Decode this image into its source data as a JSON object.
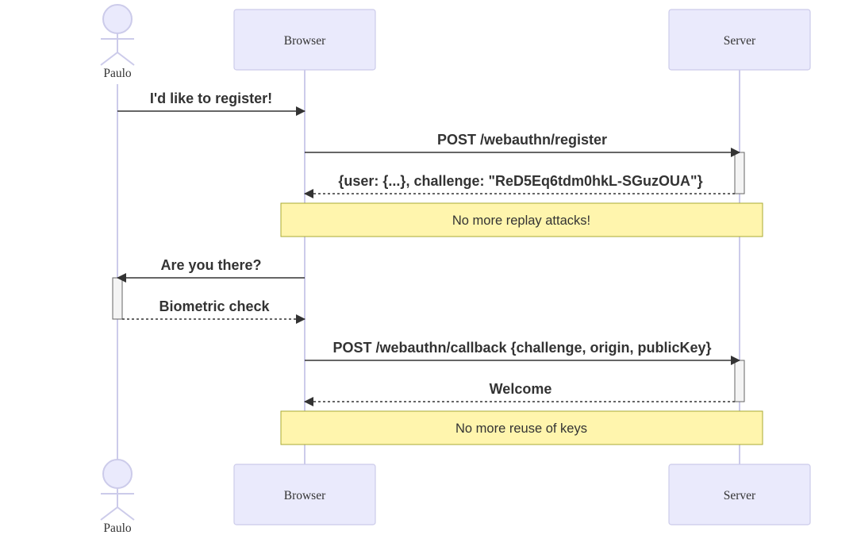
{
  "participants": {
    "paulo": "Paulo",
    "browser": "Browser",
    "server": "Server"
  },
  "messages": [
    {
      "label": "I'd like to register!"
    },
    {
      "label": "POST /webauthn/register"
    },
    {
      "label": "{user: {...}, challenge: \"ReD5Eq6tdm0hkL-SGuzOUA\"}"
    },
    {
      "label": "Are you there?"
    },
    {
      "label": "Biometric check"
    },
    {
      "label": "POST /webauthn/callback {challenge, origin, publicKey}"
    },
    {
      "label": "Welcome"
    }
  ],
  "notes": [
    {
      "text": "No more replay attacks!"
    },
    {
      "text": "No more reuse of keys"
    }
  ],
  "colors": {
    "participant_fill": "#eaeafc",
    "participant_stroke": "#cccbea",
    "note_fill": "#fff5ad",
    "note_stroke": "#aaaa33",
    "message": "#333333"
  }
}
